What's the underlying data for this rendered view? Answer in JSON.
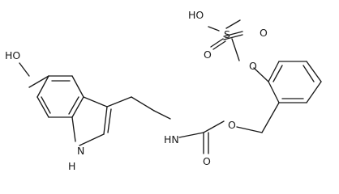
{
  "molecule": {
    "atom_labels": {
      "hydroxyl_top_left": "HO",
      "sulfonic_oh": "HO",
      "sulfur": "S",
      "sulfonyl_oxygen_top": "O",
      "sulfonyl_oxygen_bottom": "O",
      "aryl_ester_oxygen": "O",
      "carbamate_nitrogen": "HN",
      "carbamate_carbonyl_oxygen": "O",
      "carbamate_ester_oxygen": "O",
      "indole_nitrogen": "N",
      "indole_hydrogen": "H"
    }
  }
}
